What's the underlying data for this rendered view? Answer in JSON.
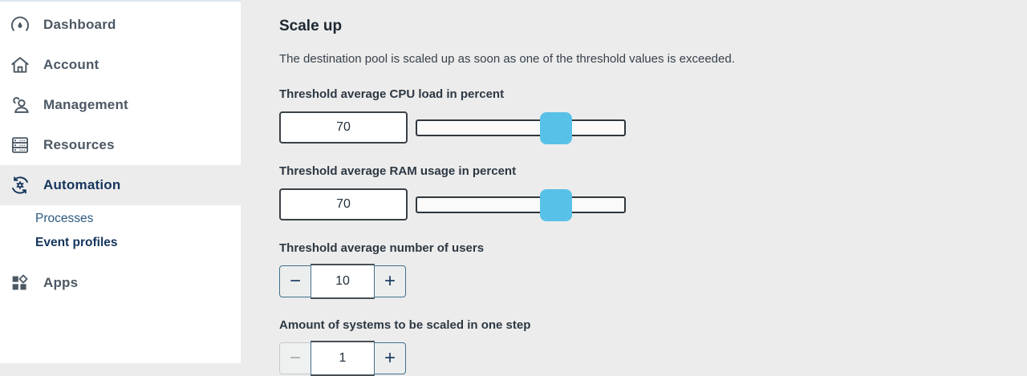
{
  "sidebar": {
    "items": [
      {
        "label": "Dashboard",
        "icon": "gauge-icon"
      },
      {
        "label": "Account",
        "icon": "home-icon"
      },
      {
        "label": "Management",
        "icon": "people-icon"
      },
      {
        "label": "Resources",
        "icon": "server-icon"
      },
      {
        "label": "Automation",
        "icon": "automation-gear-icon",
        "active": true,
        "children": [
          {
            "label": "Processes",
            "active": false
          },
          {
            "label": "Event profiles",
            "active": true
          }
        ]
      },
      {
        "label": "Apps",
        "icon": "apps-icon"
      }
    ]
  },
  "main": {
    "title": "Scale up",
    "description": "The destination pool is scaled up as soon as one of the threshold values is exceeded.",
    "groups": [
      {
        "label": "Threshold average CPU load in percent",
        "type": "slider",
        "value": "70",
        "min": 0,
        "max": 100
      },
      {
        "label": "Threshold average RAM usage in percent",
        "type": "slider",
        "value": "70",
        "min": 0,
        "max": 100
      },
      {
        "label": "Threshold average number of users",
        "type": "stepper",
        "value": "10",
        "minus_disabled": false
      },
      {
        "label": "Amount of systems to be scaled in one step",
        "type": "stepper",
        "value": "1",
        "minus_disabled": true
      }
    ],
    "stepper_labels": {
      "minus": "−",
      "plus": "+"
    }
  },
  "colors": {
    "accent_blue": "#58c1e7",
    "navy": "#16365c",
    "steel_blue": "#40708f",
    "main_background": "#ececec",
    "sidebar_background": "#ffffff"
  }
}
